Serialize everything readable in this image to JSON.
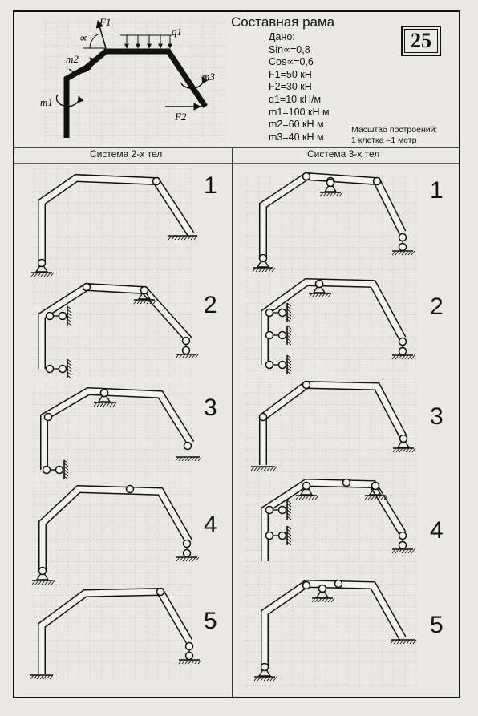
{
  "sheet": {
    "title": "Составная рама",
    "variant_number": "25",
    "given": {
      "heading": "Дано:",
      "lines": [
        "Sin∝=0,8",
        "Cos∝=0,6",
        "F1=50 кН",
        "F2=30 кН",
        "q1=10 кН/м",
        "m1=100 кН м",
        "m2=60 кН м",
        "m3=40 кН м"
      ]
    },
    "scale_note": [
      "Масштаб построений:",
      "1 клетка –1 метр"
    ],
    "load_labels": {
      "F1": "F1",
      "q1": "q1",
      "m1": "m1",
      "m2": "m2",
      "m3": "m3",
      "F2": "F2",
      "alpha": "∝"
    },
    "columns": [
      {
        "header": "Система 2-х тел",
        "cases": [
          "1",
          "2",
          "3",
          "4",
          "5"
        ]
      },
      {
        "header": "Система 3-х тел",
        "cases": [
          "1",
          "2",
          "3",
          "4",
          "5"
        ]
      }
    ]
  }
}
